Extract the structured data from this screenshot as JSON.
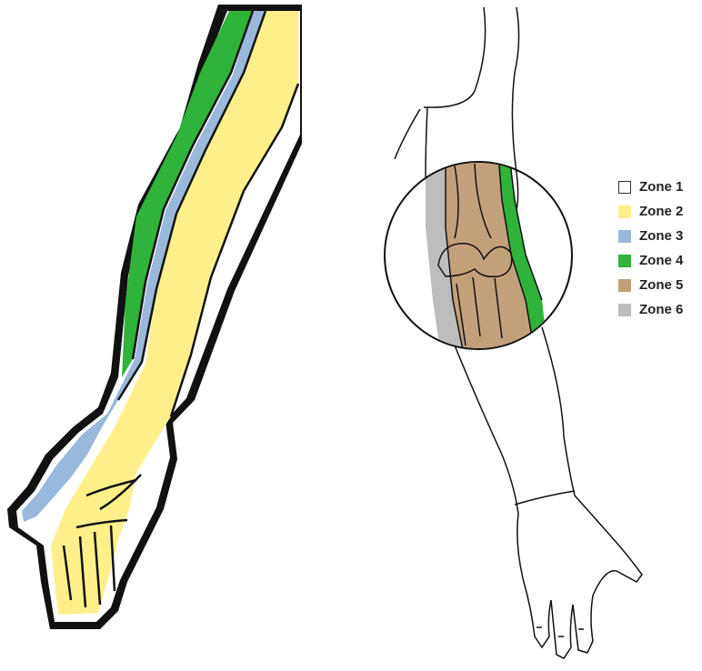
{
  "legend": {
    "items": [
      {
        "label": "Zone 1",
        "color": "#ffffff",
        "border": "#333333"
      },
      {
        "label": "Zone 2",
        "color": "#fdf08a",
        "border": "#fdf08a"
      },
      {
        "label": "Zone 3",
        "color": "#9ab8dc",
        "border": "#9ab8dc"
      },
      {
        "label": "Zone 4",
        "color": "#2fb33a",
        "border": "#2fb33a"
      },
      {
        "label": "Zone 5",
        "color": "#c2a07a",
        "border": "#c2a07a"
      },
      {
        "label": "Zone 6",
        "color": "#bdbdbd",
        "border": "#bdbdbd"
      }
    ]
  },
  "colors": {
    "outline": "#111111",
    "zone1": "#ffffff",
    "zone2": "#fdf08a",
    "zone3": "#9ab8dc",
    "zone4": "#2fb33a",
    "zone5": "#c2a07a",
    "zone6": "#bdbdbd"
  }
}
